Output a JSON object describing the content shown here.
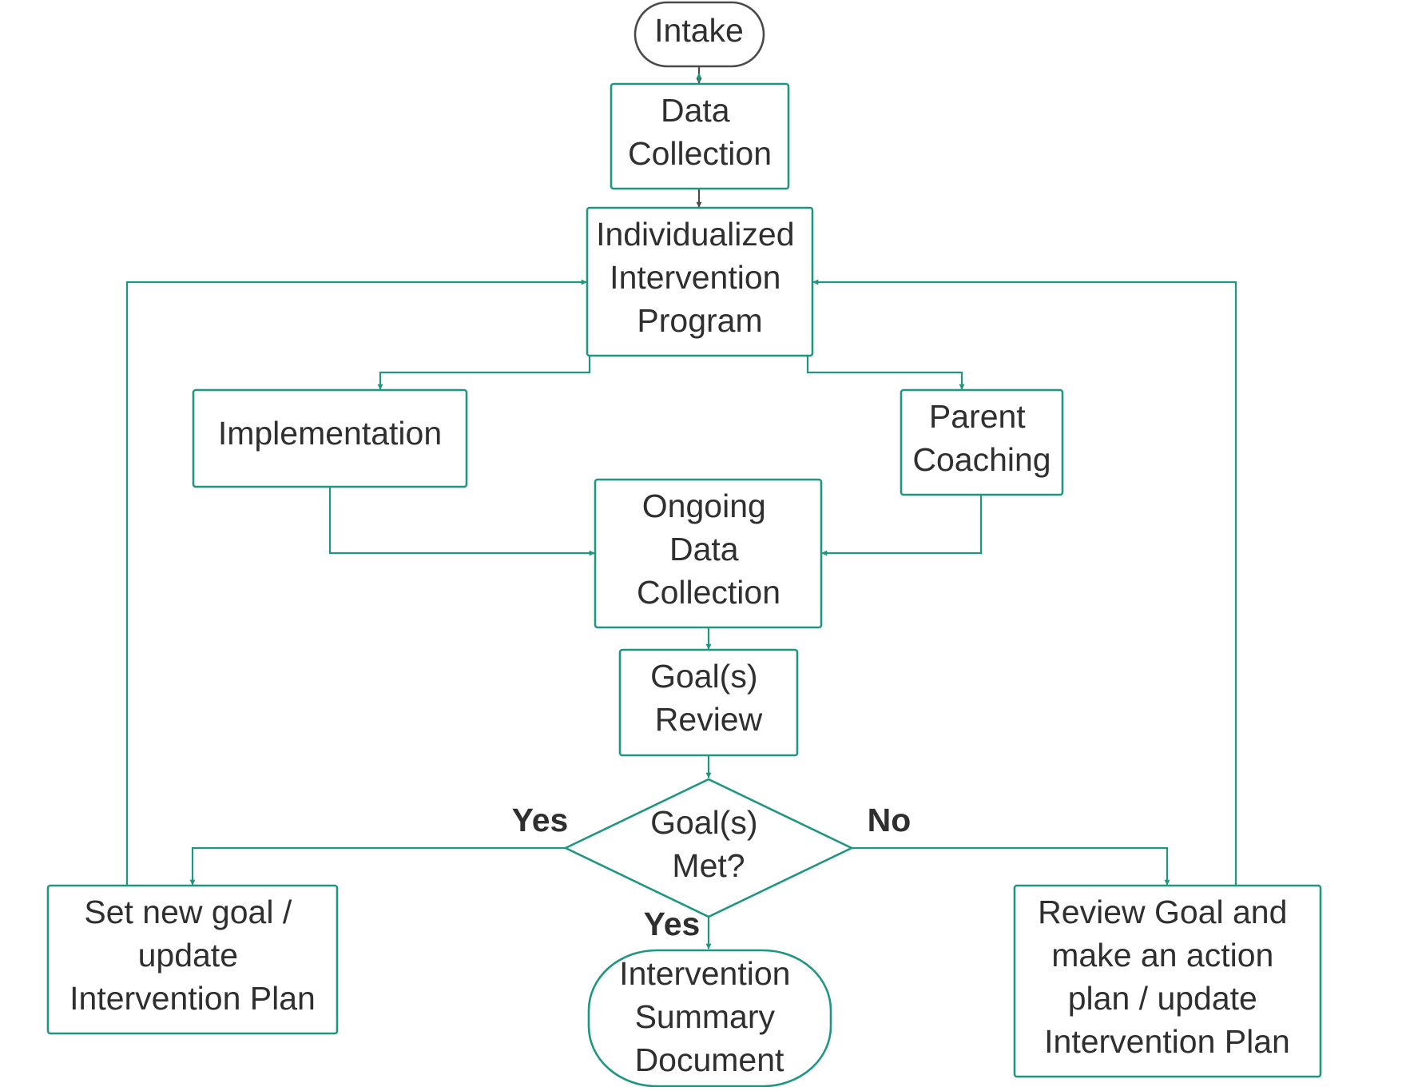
{
  "colors": {
    "accent": "#1e9680",
    "start_border": "#4a4a4a",
    "text": "#2f2f2f",
    "background": "#ffffff"
  },
  "nodes": {
    "intake": {
      "lines": [
        "Intake"
      ]
    },
    "data_collection": {
      "lines": [
        "Data",
        "Collection"
      ]
    },
    "iip": {
      "lines": [
        "Individualized",
        "Intervention",
        "Program"
      ]
    },
    "implementation": {
      "lines": [
        "Implementation"
      ]
    },
    "parent_coaching": {
      "lines": [
        "Parent",
        "Coaching"
      ]
    },
    "ongoing": {
      "lines": [
        "Ongoing",
        "Data",
        "Collection"
      ]
    },
    "goals_review": {
      "lines": [
        "Goal(s)",
        "Review"
      ]
    },
    "goals_met": {
      "lines": [
        "Goal(s)",
        "Met?"
      ]
    },
    "set_new_goal": {
      "lines": [
        "Set new goal /",
        "update",
        "Intervention Plan"
      ]
    },
    "summary": {
      "lines": [
        "Intervention",
        "Summary",
        "Document"
      ]
    },
    "review_goal": {
      "lines": [
        "Review Goal and",
        "make an action",
        "plan / update",
        "Intervention Plan"
      ]
    }
  },
  "edge_labels": {
    "yes_left": "Yes",
    "no_right": "No",
    "yes_down": "Yes"
  }
}
